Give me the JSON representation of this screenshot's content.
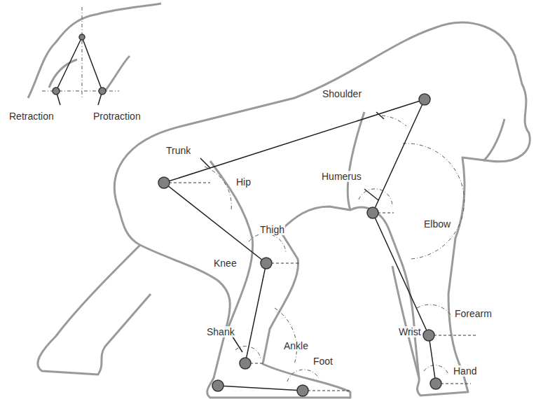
{
  "diagram": {
    "labels": [
      "Retraction",
      "Protraction",
      "Shoulder",
      "Trunk",
      "Hip",
      "Humerus",
      "Elbow",
      "Thigh",
      "Knee",
      "Forearm",
      "Wrist",
      "Shank",
      "Ankle",
      "Foot",
      "Hand"
    ]
  }
}
